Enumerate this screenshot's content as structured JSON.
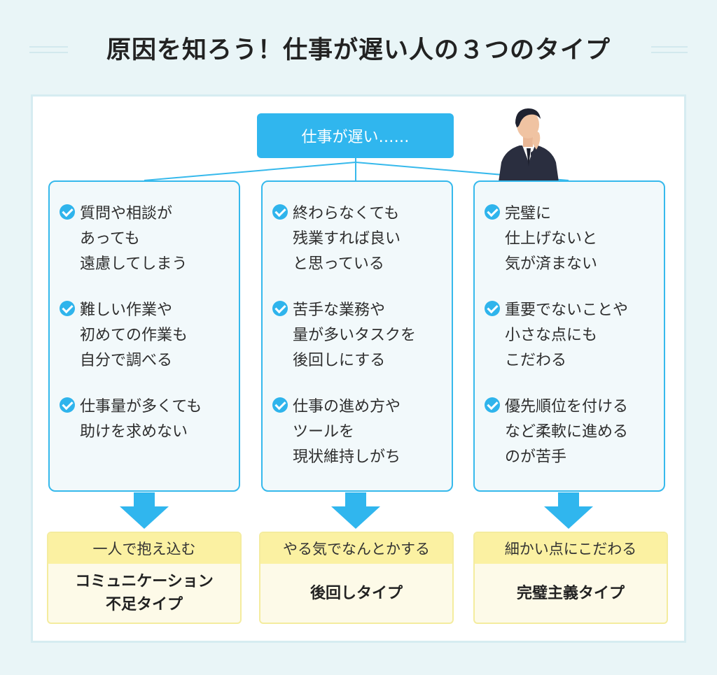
{
  "title": "原因を知ろう！仕事が遅い人の３つのタイプ",
  "top_label": "仕事が遅い……",
  "columns": [
    {
      "items": [
        "質問や相談が\nあっても\n遠慮してしまう",
        "難しい作業や\n初めての作業も\n自分で調べる",
        "仕事量が多くても\n助けを求めない"
      ],
      "result_head": "一人で抱え込む",
      "result_type": "コミュニケーション\n不足タイプ"
    },
    {
      "items": [
        "終わらなくても\n残業すれば良い\nと思っている",
        "苦手な業務や\n量が多いタスクを\n後回しにする",
        "仕事の進め方や\nツールを\n現状維持しがち"
      ],
      "result_head": "やる気でなんとかする",
      "result_type": "後回しタイプ"
    },
    {
      "items": [
        "完璧に\n仕上げないと\n気が済まない",
        "重要でないことや\n小さな点にも\nこだわる",
        "優先順位を付ける\nなど柔軟に進める\nのが苦手"
      ],
      "result_head": "細かい点にこだわる",
      "result_type": "完璧主義タイプ"
    }
  ],
  "colors": {
    "accent": "#30b6ee",
    "column_bg": "#f2f9fb",
    "result_head_bg": "#fbf1a2",
    "result_bg": "#fdfae8",
    "page_bg": "#e9f5f7"
  },
  "icons": {
    "check": "check-circle-icon",
    "arrow": "arrow-down-icon",
    "person": "thinking-businessman-illustration"
  }
}
